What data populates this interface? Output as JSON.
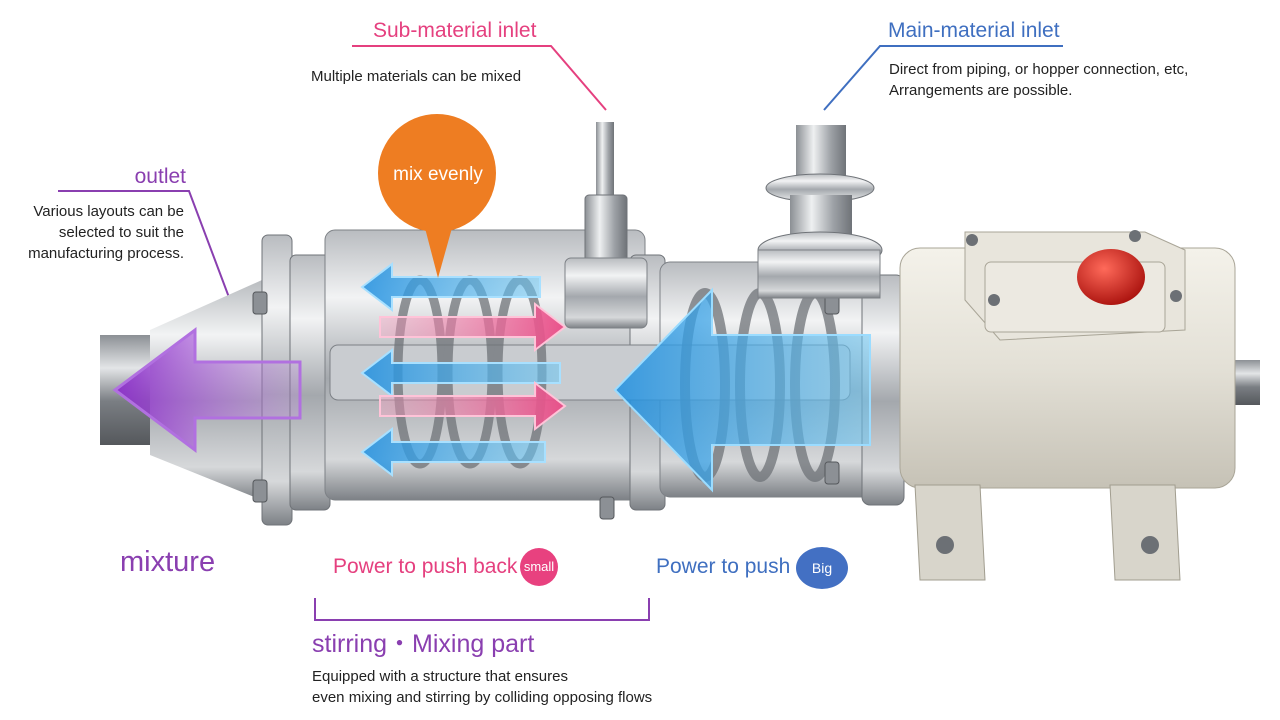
{
  "callouts": {
    "sub_material": {
      "title": "Sub-material inlet",
      "description": "Multiple materials can be mixed"
    },
    "main_material": {
      "title": "Main-material inlet",
      "description": "Direct from piping, or hopper connection, etc,\nArrangements are possible."
    },
    "outlet": {
      "title": "outlet",
      "description": "Various layouts can be\nselected to suit the\nmanufacturing process."
    }
  },
  "bubble": {
    "label": "mix evenly"
  },
  "flows": {
    "mixture_label": "mixture",
    "push_back_label": "Power to push back",
    "push_back_badge": "small",
    "push_label": "Power to push",
    "push_badge": "Big"
  },
  "stirring": {
    "title": "stirring・Mixing part",
    "description": "Equipped with a structure that ensures\neven mixing and stirring by colliding opposing flows"
  },
  "colors": {
    "pink": "#e5407f",
    "blue": "#3f6fc0",
    "purple": "#8a3fb0",
    "orange": "#ee7d22"
  }
}
